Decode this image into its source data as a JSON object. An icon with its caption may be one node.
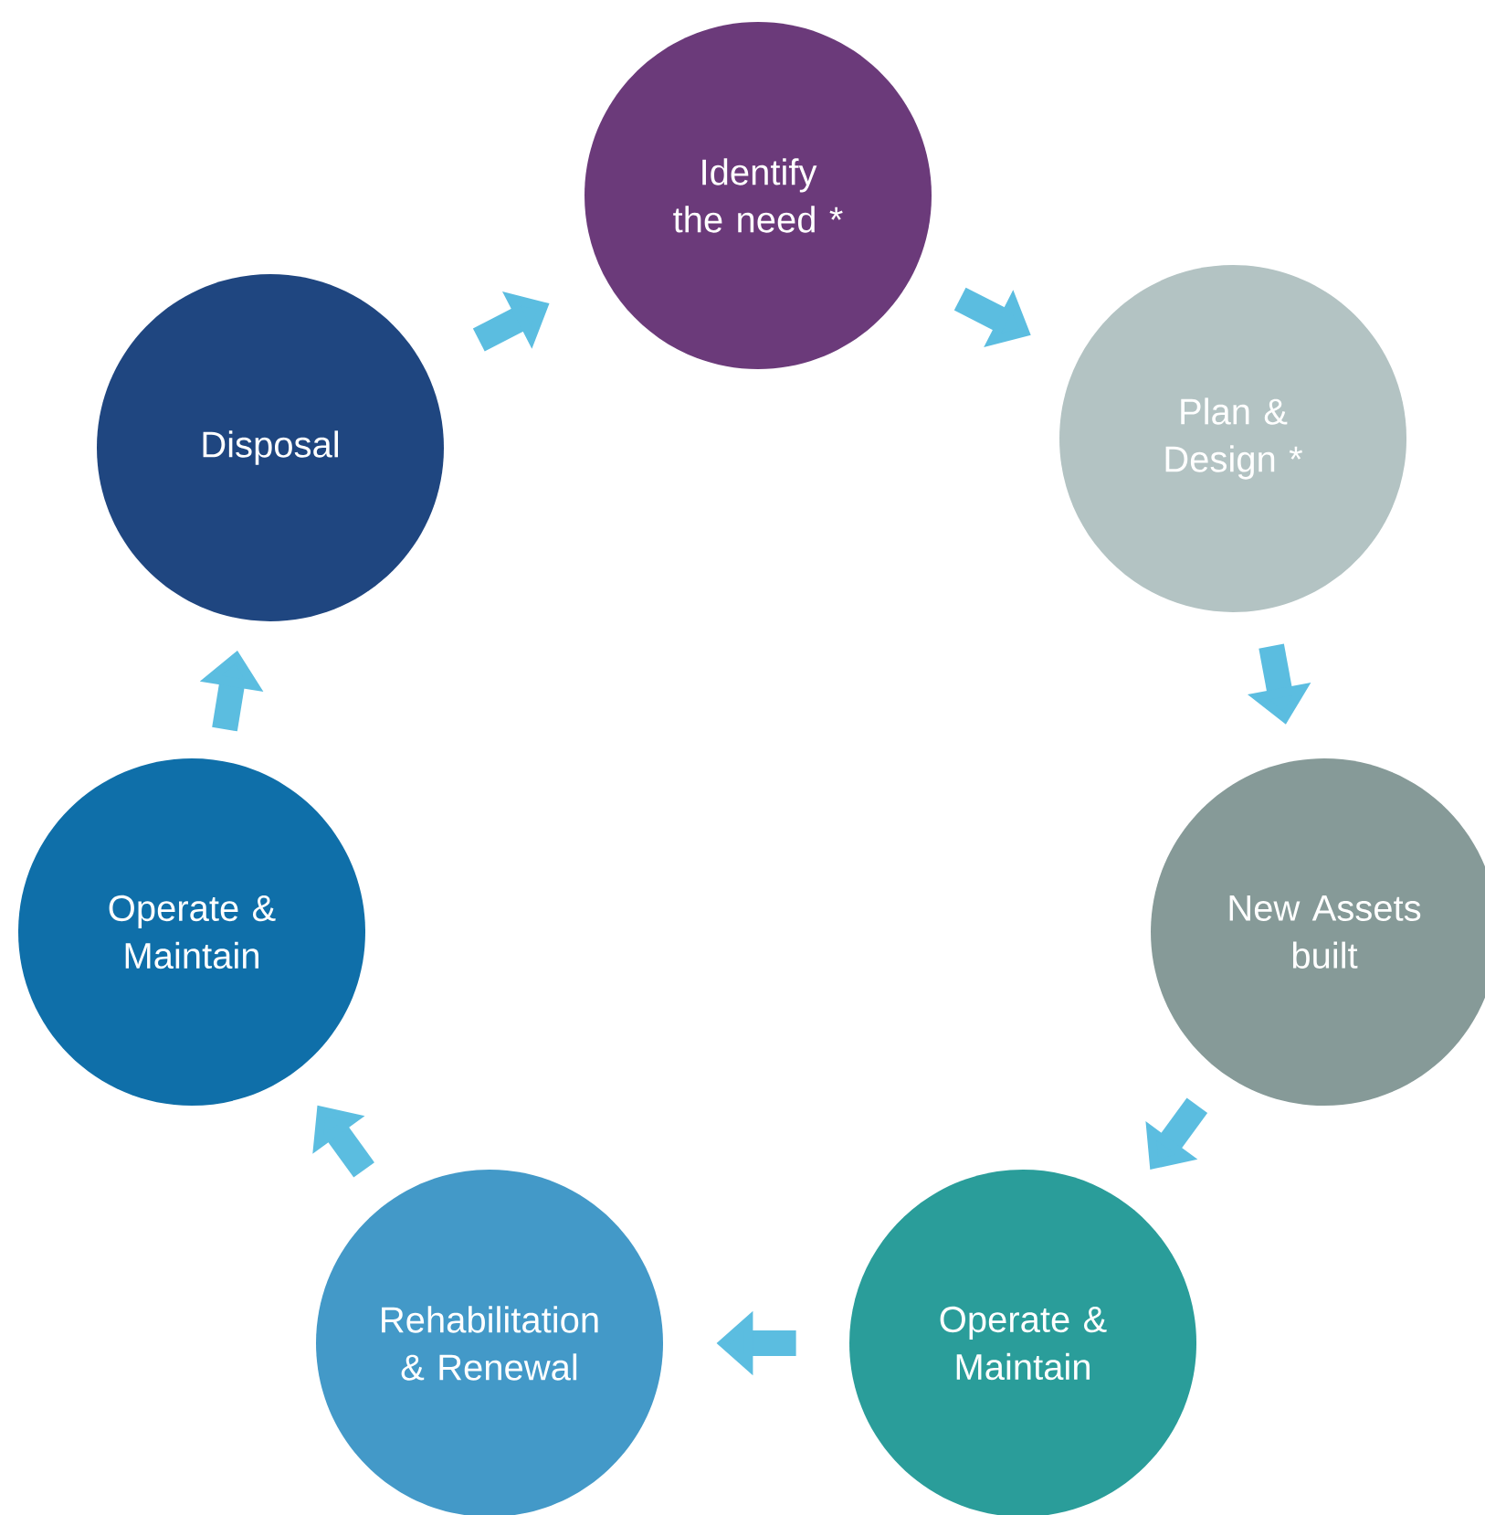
{
  "diagram": {
    "nodes": [
      {
        "text": [
          "Identify the need *"
        ]
      },
      {
        "text": [
          "Plan & Design *"
        ]
      },
      {
        "text": [
          "New Assets built"
        ]
      },
      {
        "text": [
          "Operate & Maintain"
        ]
      },
      {
        "text": [
          "Rehabilitation & Renewal"
        ]
      },
      {
        "text": [
          "Operate & Maintain"
        ]
      },
      {
        "text": [
          "Disposal"
        ]
      }
    ],
    "edges": [
      {
        "from": 0,
        "to": 1,
        "arrow": "to"
      },
      {
        "from": 1,
        "to": 2,
        "arrow": "to"
      },
      {
        "from": 2,
        "to": 3,
        "arrow": "to"
      },
      {
        "from": 3,
        "to": 4,
        "arrow": "to"
      },
      {
        "from": 4,
        "to": 5,
        "arrow": "to"
      },
      {
        "from": 5,
        "to": 6,
        "arrow": "to"
      },
      {
        "from": 6,
        "to": 0,
        "arrow": "to"
      }
    ]
  }
}
